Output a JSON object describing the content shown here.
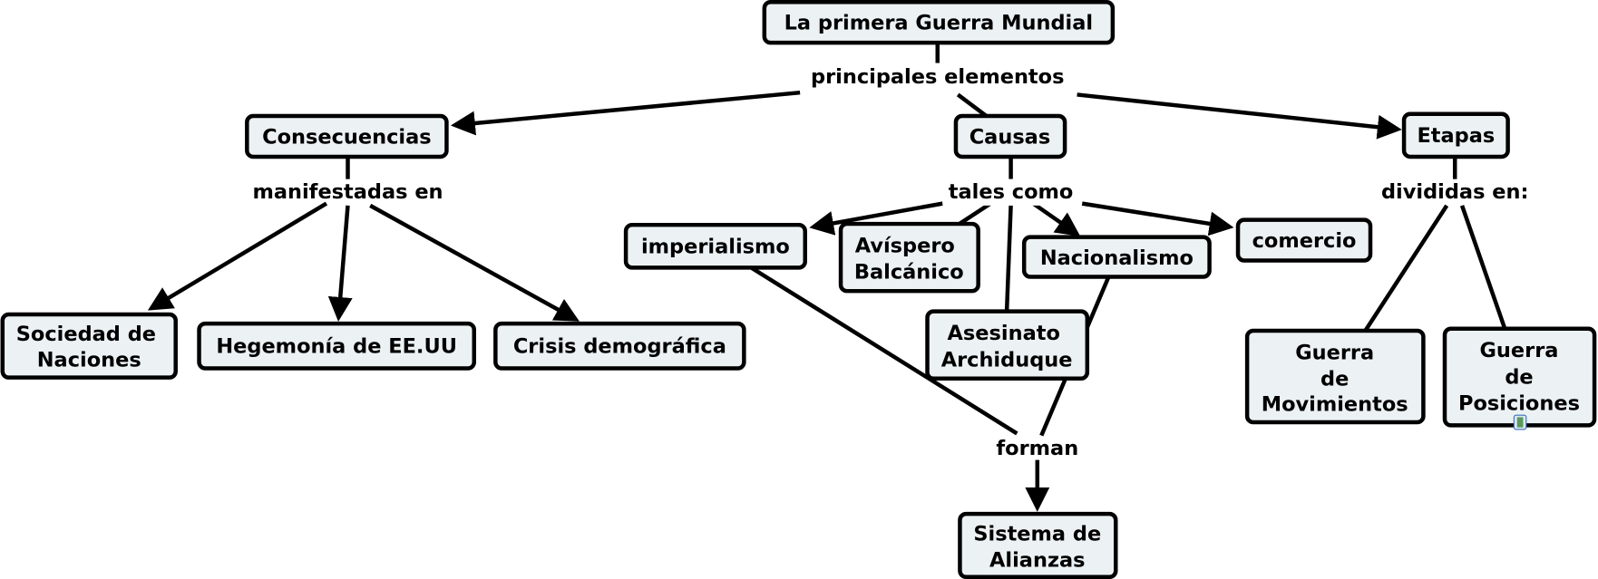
{
  "concepts": {
    "title": [
      "La primera Guerra Mundial"
    ],
    "consecuencias": [
      "Consecuencias"
    ],
    "causas": [
      "Causas"
    ],
    "etapas": [
      "Etapas"
    ],
    "imperialismo": [
      "imperialismo"
    ],
    "avispero": [
      "Avíspero",
      "Balcánico"
    ],
    "nacionalismo": [
      "Nacionalismo"
    ],
    "comercio": [
      "comercio"
    ],
    "asesinato": [
      "Asesinato",
      "Archiduque"
    ],
    "sociedad": [
      "Sociedad de",
      "Naciones"
    ],
    "hegemonia": [
      "Hegemonía de EE.UU"
    ],
    "crisis": [
      "Crisis demográfica"
    ],
    "movimientos": [
      "Guerra",
      "de",
      "Movimientos"
    ],
    "posiciones": [
      "Guerra",
      "de",
      "Posiciones"
    ],
    "sistema": [
      "Sistema de",
      "Alianzas"
    ]
  },
  "links": {
    "principales": "principales elementos",
    "manifestadas": "manifestadas en",
    "tales": "tales como",
    "divididas": "divididas en:",
    "forman": "forman"
  },
  "colors": {
    "node_fill": "#ecf2f4",
    "stroke": "#000000"
  },
  "icons": {
    "attachment": "film-icon"
  }
}
